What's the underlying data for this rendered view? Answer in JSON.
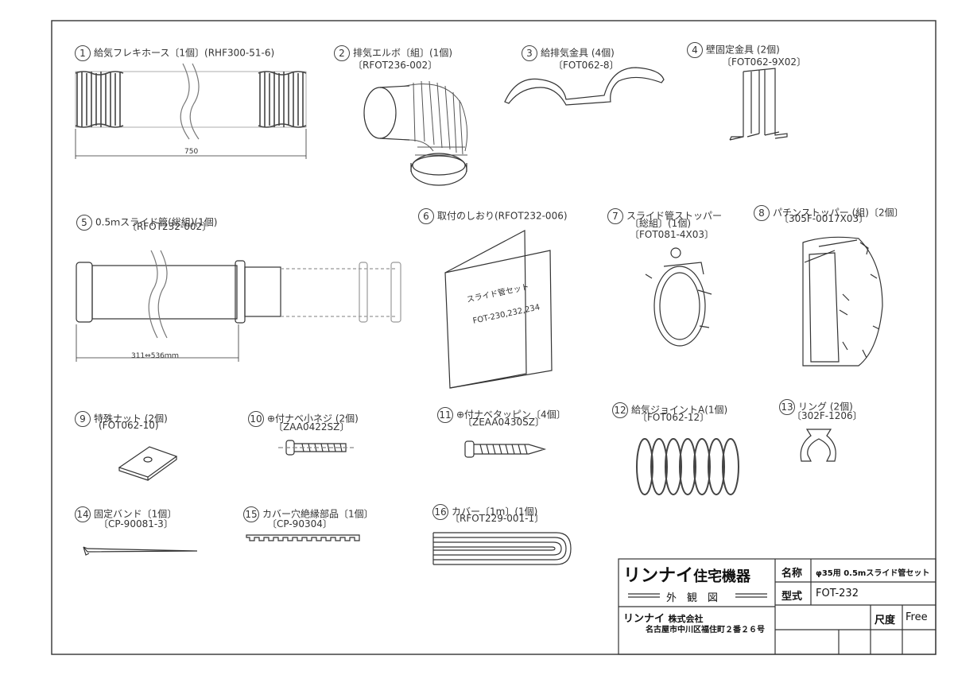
{
  "parts": [
    {
      "no": "1",
      "name": "給気フレキホース〔1個〕(RHF300-51-6)",
      "code": ""
    },
    {
      "no": "2",
      "name": "排気エルボ〔組〕(1個)",
      "code": "〔RFOT236-002〕"
    },
    {
      "no": "3",
      "name": "給排気金具 (4個)",
      "code": "〔FOT062-8〕"
    },
    {
      "no": "4",
      "name": "壁固定金具 (2個)",
      "code": "〔FOT062-9X02〕"
    },
    {
      "no": "5",
      "name": "0.5ｍスライド管(総組)(1個)",
      "code": "〔RFOT232-002〕"
    },
    {
      "no": "6",
      "name": "取付のしおり(RFOT232-006)",
      "code": ""
    },
    {
      "no": "7",
      "name": "スライド管ストッパー",
      "code": "〔総組〕(1個)",
      "code2": "〔FOT081-4X03〕"
    },
    {
      "no": "8",
      "name": "パチンストッパー (組)〔2個〕",
      "code": "〔305F-0017X03〕"
    },
    {
      "no": "9",
      "name": "特殊ナット (2個)",
      "code": "(FOT062-10)"
    },
    {
      "no": "10",
      "name": "⊕付ナベ小ネジ (2個)",
      "code": "〔ZAA0422SZ〕"
    },
    {
      "no": "11",
      "name": "⊕付ナベタッピン〔4個〕",
      "code": "〔ZEAA0430SZ〕"
    },
    {
      "no": "12",
      "name": "給気ジョイントA(1個)",
      "code": "〔FOT062-12〕"
    },
    {
      "no": "13",
      "name": "リング (2個)",
      "code": "〔302F-1206〕"
    },
    {
      "no": "14",
      "name": "固定バンド〔1個〕",
      "code": "〔CP-90081-3〕"
    },
    {
      "no": "15",
      "name": "カバー穴絶縁部品〔1個〕",
      "code": "〔CP-90304〕"
    },
    {
      "no": "16",
      "name": "カバー〔1m〕(1個)",
      "code": "〔RFOT229-001-1〕"
    }
  ],
  "dimensions": {
    "hose_length": "750",
    "slide_length": "311⇔536ｍｍ"
  },
  "booklet": {
    "title": "スライド管セット",
    "models": "FOT-230,232,234"
  },
  "title_block": {
    "brand": "リンナイ",
    "brand_suffix": "住宅機器",
    "view_label": "外　観　図",
    "company_brand": "リンナイ",
    "company_name": "株式会社",
    "address": "名古屋市中川区福住町２番２６号",
    "name_label": "名称",
    "name_value": "φ35用 0.5mスライド管セット",
    "model_label": "型式",
    "model_value": "FOT-232",
    "scale_label": "尺度",
    "scale_value": "Free"
  }
}
